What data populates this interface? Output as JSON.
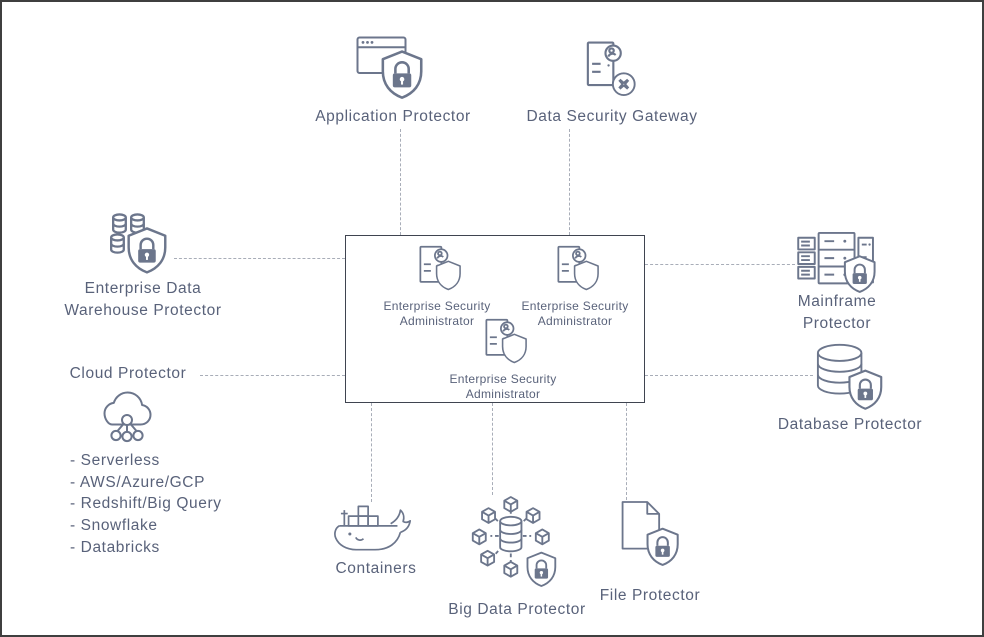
{
  "nodes": {
    "application_protector": {
      "label": "Application Protector"
    },
    "data_security_gateway": {
      "label": "Data Security Gateway"
    },
    "enterprise_data_warehouse_protector": {
      "label": "Enterprise Data Warehouse Protector"
    },
    "cloud_protector": {
      "label": "Cloud Protector",
      "items": [
        "- Serverless",
        "- AWS/Azure/GCP",
        "- Redshift/Big Query",
        "- Snowflake",
        "- Databricks"
      ]
    },
    "mainframe_protector": {
      "label": "Mainframe Protector"
    },
    "database_protector": {
      "label": "Database Protector"
    },
    "containers": {
      "label": "Containers"
    },
    "big_data_protector": {
      "label": "Big Data Protector"
    },
    "file_protector": {
      "label": "File Protector"
    }
  },
  "center_box": {
    "admins": [
      "Enterprise Security Administrator",
      "Enterprise Security Administrator",
      "Enterprise Security Administrator"
    ]
  },
  "colors": {
    "icon_stroke": "#6c768c",
    "label_text": "#59627a",
    "connector": "#a8adb8",
    "center_box_border": "#3f4450",
    "canvas_border": "#3f3f3f"
  }
}
